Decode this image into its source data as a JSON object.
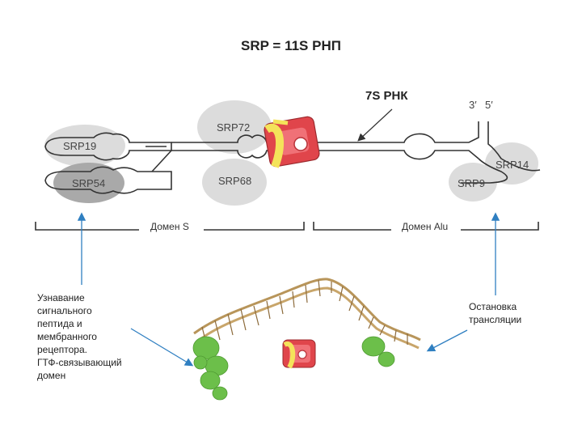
{
  "title": "SRP = 11S РНП",
  "rna_label": "7S РНК",
  "ends": {
    "three_prime": "3′",
    "five_prime": "5′"
  },
  "proteins": {
    "srp19": "SRP19",
    "srp54": "SRP54",
    "srp72": "SRP72",
    "srp68": "SRP68",
    "srp9": "SRP9",
    "srp14": "SRP14"
  },
  "domains": {
    "s": "Домен S",
    "alu": "Домен Alu"
  },
  "annotations": {
    "left": "Узнавание\nсигнального\nпептида и\nмембранного\nрецептора.\nГТФ-связывающий\nдомен",
    "right": "Остановка\nтрансляции"
  },
  "colors": {
    "protein_gray": "#dcdcdc",
    "protein_dark": "#a9a9a9",
    "rna_stroke": "#333333",
    "arrow_blue": "#2f7fc1",
    "icon_red": "#e0454b",
    "icon_yellow": "#f4e35a",
    "helix_tan": "#b8955a",
    "protein_green": "#6cbf4a"
  }
}
